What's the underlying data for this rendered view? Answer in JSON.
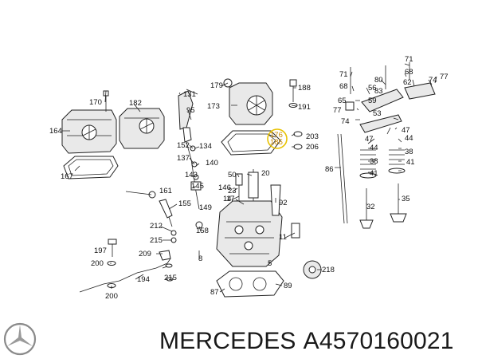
{
  "callouts": [
    {
      "id": "170",
      "label": "170"
    },
    {
      "id": "182",
      "label": "182"
    },
    {
      "id": "164",
      "label": "164"
    },
    {
      "id": "167",
      "label": "167"
    },
    {
      "id": "131",
      "label": "131"
    },
    {
      "id": "95",
      "label": "95"
    },
    {
      "id": "152",
      "label": "152"
    },
    {
      "id": "134",
      "label": "134"
    },
    {
      "id": "137",
      "label": "137"
    },
    {
      "id": "140",
      "label": "140"
    },
    {
      "id": "143",
      "label": "143"
    },
    {
      "id": "145",
      "label": "145"
    },
    {
      "id": "146",
      "label": "146"
    },
    {
      "id": "149",
      "label": "149"
    },
    {
      "id": "161",
      "label": "161"
    },
    {
      "id": "155",
      "label": "155"
    },
    {
      "id": "212",
      "label": "212"
    },
    {
      "id": "215a",
      "label": "215"
    },
    {
      "id": "158",
      "label": "158"
    },
    {
      "id": "209",
      "label": "209"
    },
    {
      "id": "197",
      "label": "197"
    },
    {
      "id": "200a",
      "label": "200"
    },
    {
      "id": "194",
      "label": "194"
    },
    {
      "id": "215b",
      "label": "215"
    },
    {
      "id": "200b",
      "label": "200"
    },
    {
      "id": "8",
      "label": "8"
    },
    {
      "id": "179",
      "label": "179"
    },
    {
      "id": "173",
      "label": "173"
    },
    {
      "id": "188",
      "label": "188"
    },
    {
      "id": "191",
      "label": "191"
    },
    {
      "id": "176",
      "label": "176"
    },
    {
      "id": "185",
      "label": "185"
    },
    {
      "id": "203",
      "label": "203"
    },
    {
      "id": "206",
      "label": "206"
    },
    {
      "id": "50",
      "label": "50"
    },
    {
      "id": "20",
      "label": "20"
    },
    {
      "id": "23",
      "label": "23"
    },
    {
      "id": "17",
      "label": "17"
    },
    {
      "id": "92",
      "label": "92"
    },
    {
      "id": "14",
      "label": "14"
    },
    {
      "id": "11",
      "label": "11"
    },
    {
      "id": "5",
      "label": "5"
    },
    {
      "id": "218",
      "label": "218"
    },
    {
      "id": "87",
      "label": "87"
    },
    {
      "id": "89",
      "label": "89"
    },
    {
      "id": "71a",
      "label": "71"
    },
    {
      "id": "68a",
      "label": "68"
    },
    {
      "id": "80",
      "label": "80"
    },
    {
      "id": "83",
      "label": "83"
    },
    {
      "id": "71b",
      "label": "71"
    },
    {
      "id": "68b",
      "label": "68"
    },
    {
      "id": "62",
      "label": "62"
    },
    {
      "id": "74a",
      "label": "74"
    },
    {
      "id": "77a",
      "label": "77"
    },
    {
      "id": "56",
      "label": "56"
    },
    {
      "id": "65",
      "label": "65"
    },
    {
      "id": "59",
      "label": "59"
    },
    {
      "id": "53",
      "label": "53"
    },
    {
      "id": "77b",
      "label": "77"
    },
    {
      "id": "74b",
      "label": "74"
    },
    {
      "id": "47a",
      "label": "47"
    },
    {
      "id": "47b",
      "label": "47"
    },
    {
      "id": "44a",
      "label": "44"
    },
    {
      "id": "44b",
      "label": "44"
    },
    {
      "id": "38a",
      "label": "38"
    },
    {
      "id": "38b",
      "label": "38"
    },
    {
      "id": "41a",
      "label": "41"
    },
    {
      "id": "41b",
      "label": "41"
    },
    {
      "id": "86",
      "label": "86"
    },
    {
      "id": "32",
      "label": "32"
    },
    {
      "id": "35",
      "label": "35"
    }
  ],
  "highlighted_callouts": [
    "176",
    "185"
  ],
  "caption": {
    "brand": "MERCEDES",
    "part_number": "A4570160021"
  },
  "colors": {
    "highlight": "#e8c200",
    "highlight_text": "#c98a00",
    "line": "#222222"
  }
}
